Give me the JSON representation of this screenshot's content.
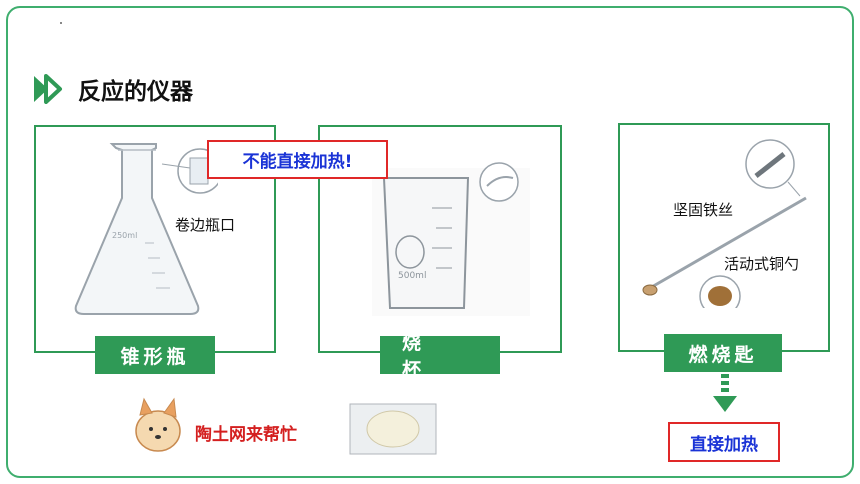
{
  "section": {
    "title": "反应的仪器"
  },
  "warning": {
    "text": "不能直接加热!"
  },
  "panels": [
    {
      "label": "锥形瓶",
      "note": "卷边瓶口"
    },
    {
      "label": "烧　杯"
    },
    {
      "label": "燃烧匙",
      "notes": [
        "坚固铁丝",
        "活动式铜勺"
      ]
    }
  ],
  "helper": {
    "text": "陶土网来帮忙"
  },
  "direct_heat": {
    "text": "直接加热"
  },
  "colors": {
    "frame": "#3fae6e",
    "accent_green": "#2f9a56",
    "red": "#e02828",
    "blue": "#1a33d6"
  },
  "icons": [
    "play-arrow-icon",
    "down-arrow-icon"
  ]
}
